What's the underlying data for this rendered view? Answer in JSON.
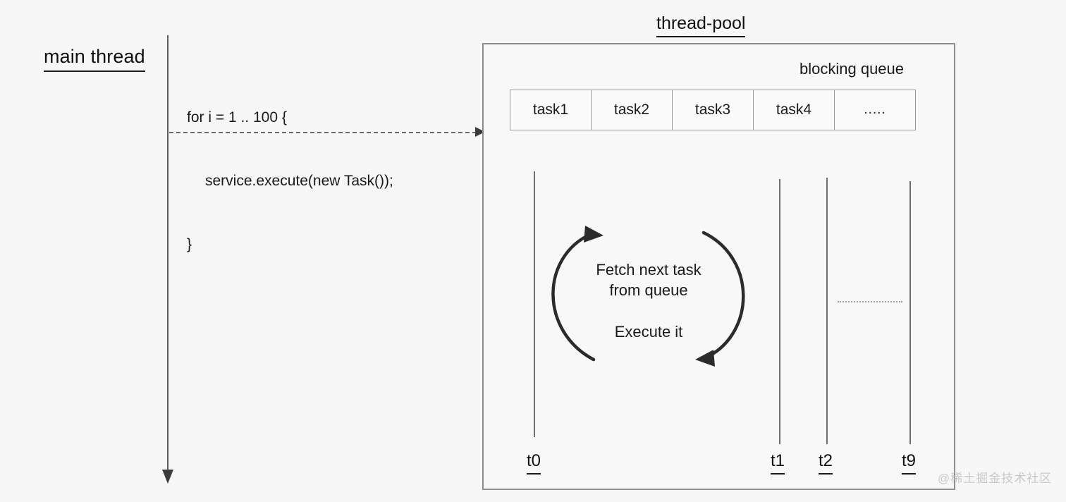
{
  "diagram": {
    "background_color": "#f7f7f7",
    "main_thread": {
      "label": "main thread",
      "code_lines": [
        "for i = 1 .. 100 {",
        "service.execute(new Task());",
        "}"
      ],
      "submit_arrow_style": "dashed"
    },
    "thread_pool": {
      "title": "thread-pool",
      "queue_label": "blocking queue",
      "queue_cells": [
        "task1",
        "task2",
        "task3",
        "task4",
        "....."
      ],
      "workers": [
        {
          "label": "t0"
        },
        {
          "label": "t1"
        },
        {
          "label": "t2"
        },
        {
          "label": "t9"
        }
      ],
      "worker_gap_marker": "dotted",
      "loop": {
        "line1": "Fetch next task",
        "line2": "from queue",
        "line3": "Execute it"
      }
    },
    "watermark": "@稀土掘金技术社区",
    "colors": {
      "stroke": "#6e6e6e",
      "text": "#1a1a1a",
      "box_border": "#8e8e8e",
      "watermark": "#c9c9c9"
    }
  }
}
